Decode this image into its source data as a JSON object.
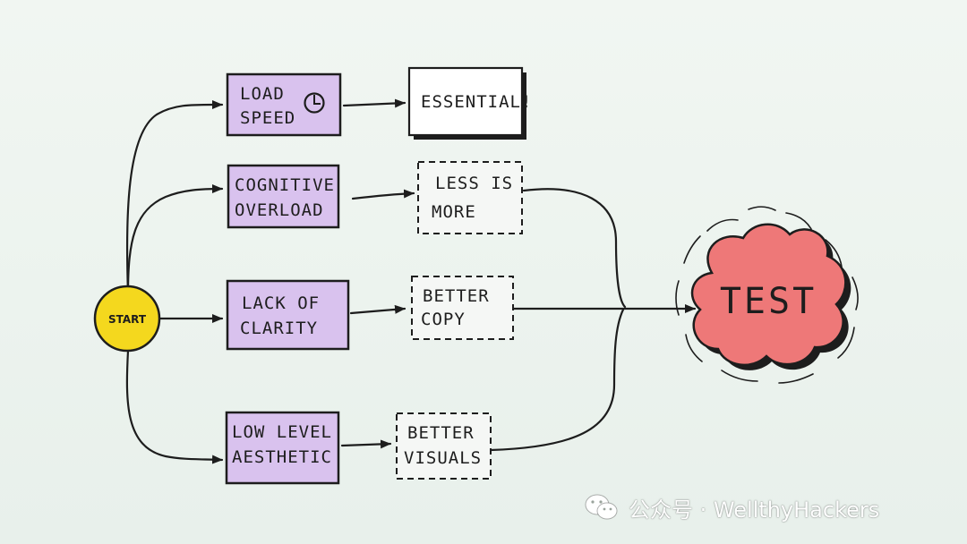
{
  "diagram": {
    "start_label": "START",
    "end_label": "TEST",
    "problems": [
      {
        "line1": "LOAD",
        "line2": "SPEED"
      },
      {
        "line1": "COGNITIVE",
        "line2": "OVERLOAD"
      },
      {
        "line1": "LACK OF",
        "line2": "CLARITY"
      },
      {
        "line1": "LOW LEVEL",
        "line2": "AESTHETIC"
      }
    ],
    "solutions": [
      {
        "line1": "ESSENTIAL!",
        "line2": ""
      },
      {
        "line1": "LESS IS",
        "line2": "MORE"
      },
      {
        "line1": "BETTER",
        "line2": "COPY"
      },
      {
        "line1": "BETTER",
        "line2": "VISUALS"
      }
    ]
  },
  "watermark": {
    "text": "公众号 · WellthyHackers"
  },
  "colors": {
    "problem_fill": "#d9c2ee",
    "start_fill": "#f4d81e",
    "test_fill": "#ee7878",
    "ink": "#1d1d1d"
  }
}
